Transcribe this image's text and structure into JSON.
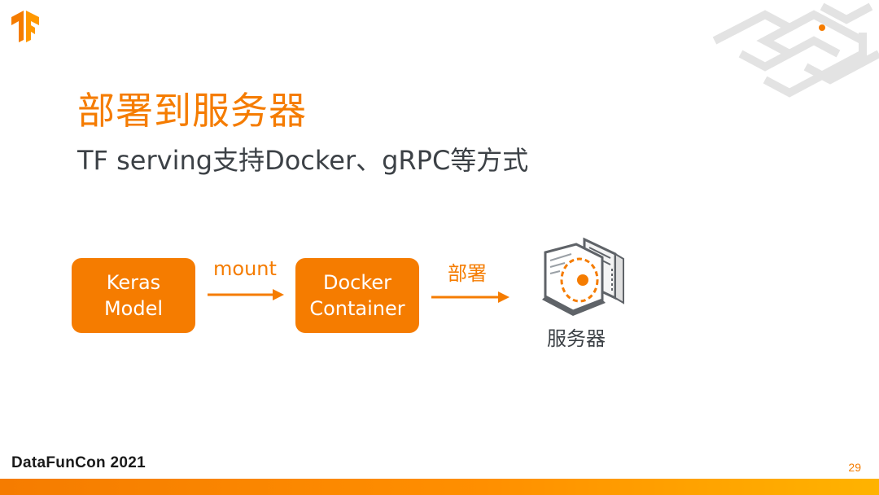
{
  "slide": {
    "title": "部署到服务器",
    "subtitle": "TF serving支持Docker、gRPC等方式",
    "page_number": "29"
  },
  "diagram": {
    "nodes": [
      {
        "id": "keras",
        "lines": [
          "Keras",
          "Model"
        ]
      },
      {
        "id": "docker",
        "lines": [
          "Docker",
          "Container"
        ]
      },
      {
        "id": "server",
        "label": "服务器",
        "icon": "server-icon"
      }
    ],
    "edges": [
      {
        "from": "keras",
        "to": "docker",
        "label": "mount"
      },
      {
        "from": "docker",
        "to": "server",
        "label": "部署"
      }
    ]
  },
  "footer": {
    "brand": "DataFunCon 2021"
  },
  "colors": {
    "accent": "#f57c00",
    "text_dark": "#3c4146",
    "box_text": "#ffffff",
    "maze_gray": "#e6e6e6"
  },
  "icons": {
    "logo": "tensorflow-logo-icon",
    "decoration": "maze-pattern-icon",
    "server": "server-icon"
  }
}
